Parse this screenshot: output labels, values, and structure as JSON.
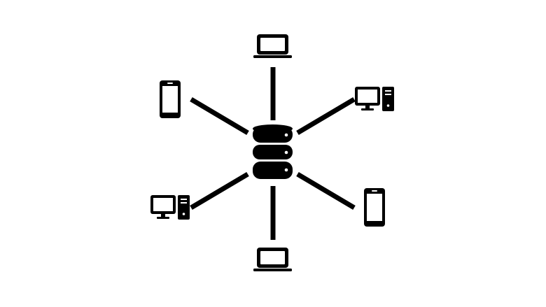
{
  "diagram": {
    "type": "star-network",
    "hub": {
      "icon": "database-server-icon"
    },
    "nodes": [
      {
        "id": "top",
        "icon": "laptop-icon"
      },
      {
        "id": "upper-right",
        "icon": "desktop-computer-icon"
      },
      {
        "id": "lower-right",
        "icon": "smartphone-icon"
      },
      {
        "id": "bottom",
        "icon": "laptop-icon"
      },
      {
        "id": "lower-left",
        "icon": "desktop-computer-icon"
      },
      {
        "id": "upper-left",
        "icon": "smartphone-icon"
      }
    ],
    "colors": {
      "foreground": "#000000",
      "background": "#ffffff"
    }
  }
}
